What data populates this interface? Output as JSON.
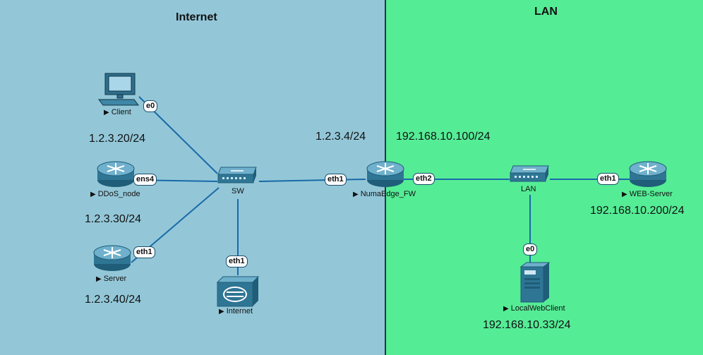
{
  "zones": {
    "internet": {
      "title": "Internet",
      "color": "#93c7d8"
    },
    "lan": {
      "title": "LAN",
      "color": "#55ec96"
    }
  },
  "nodes": {
    "client": {
      "label": "Client",
      "icon": "computer-icon"
    },
    "ddos_node": {
      "label": "DDoS_node",
      "icon": "router-icon"
    },
    "server": {
      "label": "Server",
      "icon": "router-icon"
    },
    "sw": {
      "label": "SW",
      "icon": "switch-icon"
    },
    "internet": {
      "label": "Internet",
      "icon": "cloud-gateway-icon"
    },
    "numaedge_fw": {
      "label": "NumaEdge_FW",
      "icon": "router-icon"
    },
    "lan_switch": {
      "label": "LAN",
      "icon": "switch-icon"
    },
    "web_server": {
      "label": "WEB-Server",
      "icon": "router-icon"
    },
    "local_web_client": {
      "label": "LocalWebClient",
      "icon": "server-tower-icon"
    }
  },
  "ports": {
    "client_e0": "e0",
    "ddos_ens4": "ens4",
    "server_eth1": "eth1",
    "internet_eth1": "eth1",
    "fw_eth1": "eth1",
    "fw_eth2": "eth2",
    "web_eth1": "eth1",
    "localweb_e0": "e0"
  },
  "ips": {
    "client": "1.2.3.20/24",
    "ddos_node": "1.2.3.30/24",
    "server": "1.2.3.40/24",
    "fw_outside": "1.2.3.4/24",
    "fw_inside": "192.168.10.100/24",
    "web_server": "192.168.10.200/24",
    "local_web_client": "192.168.10.33/24"
  },
  "link_color": "#1a6aa8"
}
